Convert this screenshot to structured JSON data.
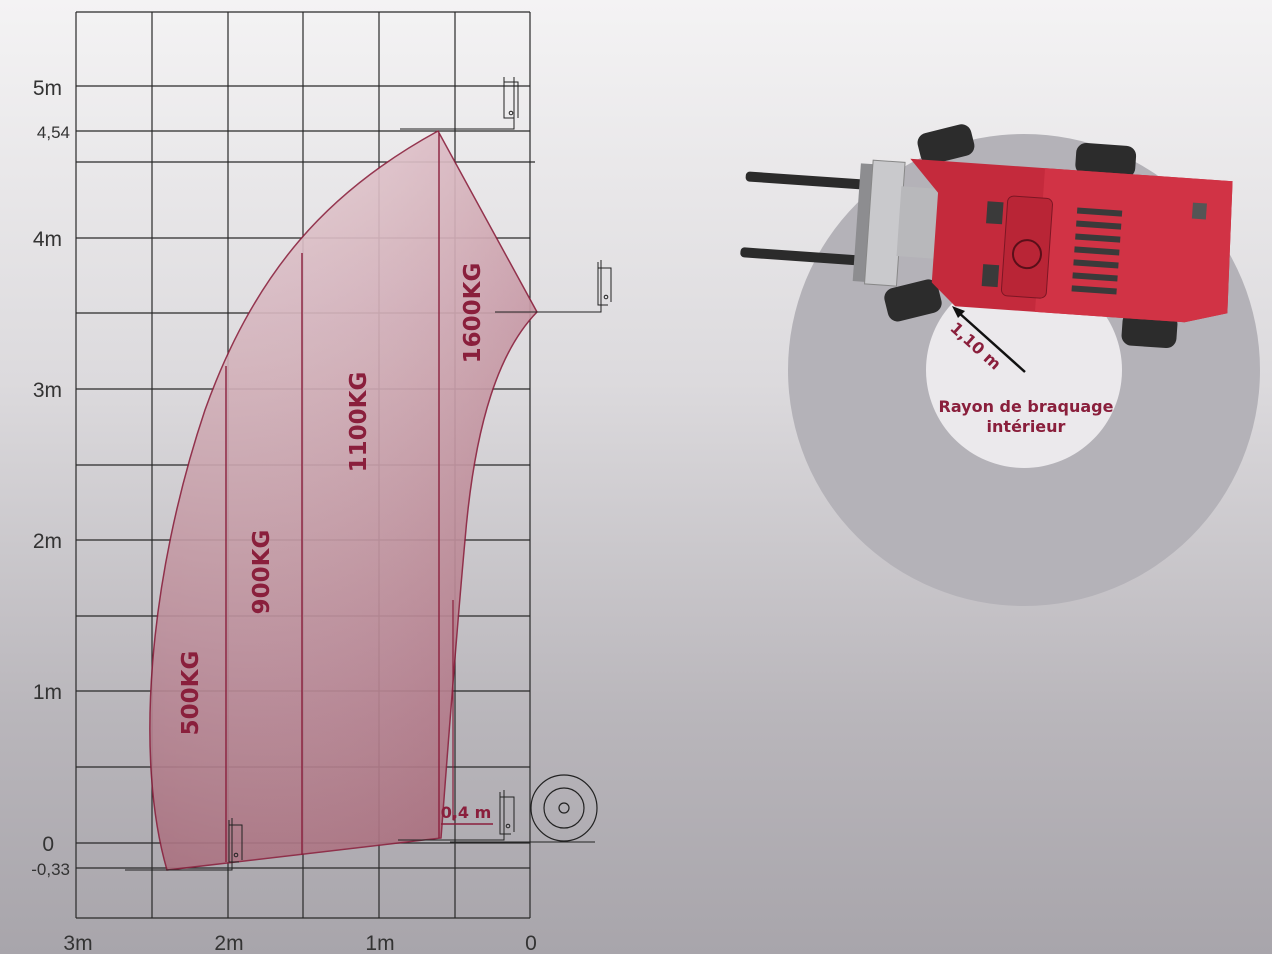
{
  "load_chart": {
    "y_tick_labels": [
      "5m",
      "4,54",
      "4m",
      "3m",
      "2m",
      "1m",
      "0",
      "-0,33"
    ],
    "x_tick_labels": [
      "3m",
      "2m",
      "1m",
      "0"
    ],
    "zones": [
      {
        "label": "500KG"
      },
      {
        "label": "900KG"
      },
      {
        "label": "1100KG"
      },
      {
        "label": "1600KG"
      }
    ],
    "fork_offset_label": "0,4 m",
    "colors": {
      "zone_fill": "#b9707f",
      "zone_line": "#8a1f3c",
      "grid": "#222222"
    }
  },
  "turning": {
    "radius_label": "1,10 m",
    "caption_line1": "Rayon de braquage",
    "caption_line2": "intérieur",
    "machine_color": "#c42a3c",
    "outer_circle_color": "#b3b1b7",
    "inner_circle_color": "#ebe9ec"
  }
}
